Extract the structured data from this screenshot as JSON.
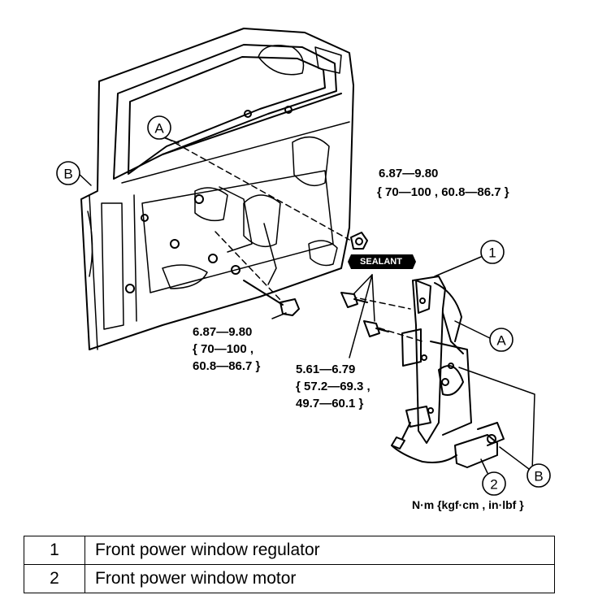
{
  "callouts": {
    "A": "A",
    "B": "B",
    "one": "1",
    "two": "2"
  },
  "sealant_tag": "SEALANT",
  "torque_specs": {
    "nut": {
      "line1": "6.87—9.80",
      "line2": "{ 70—100 , 60.8—86.7 }"
    },
    "bolt": {
      "line1": "6.87—9.80",
      "line2": "{ 70—100 ,",
      "line3": "60.8—86.7 }"
    },
    "regulator_bolts": {
      "line1": "5.61—6.79",
      "line2": "{ 57.2—69.3 ,",
      "line3": "49.7—60.1 }"
    }
  },
  "units": "N·m {kgf·cm , in·lbf }",
  "parts": [
    {
      "number": "1",
      "name": "Front power window regulator"
    },
    {
      "number": "2",
      "name": "Front power window motor"
    }
  ]
}
